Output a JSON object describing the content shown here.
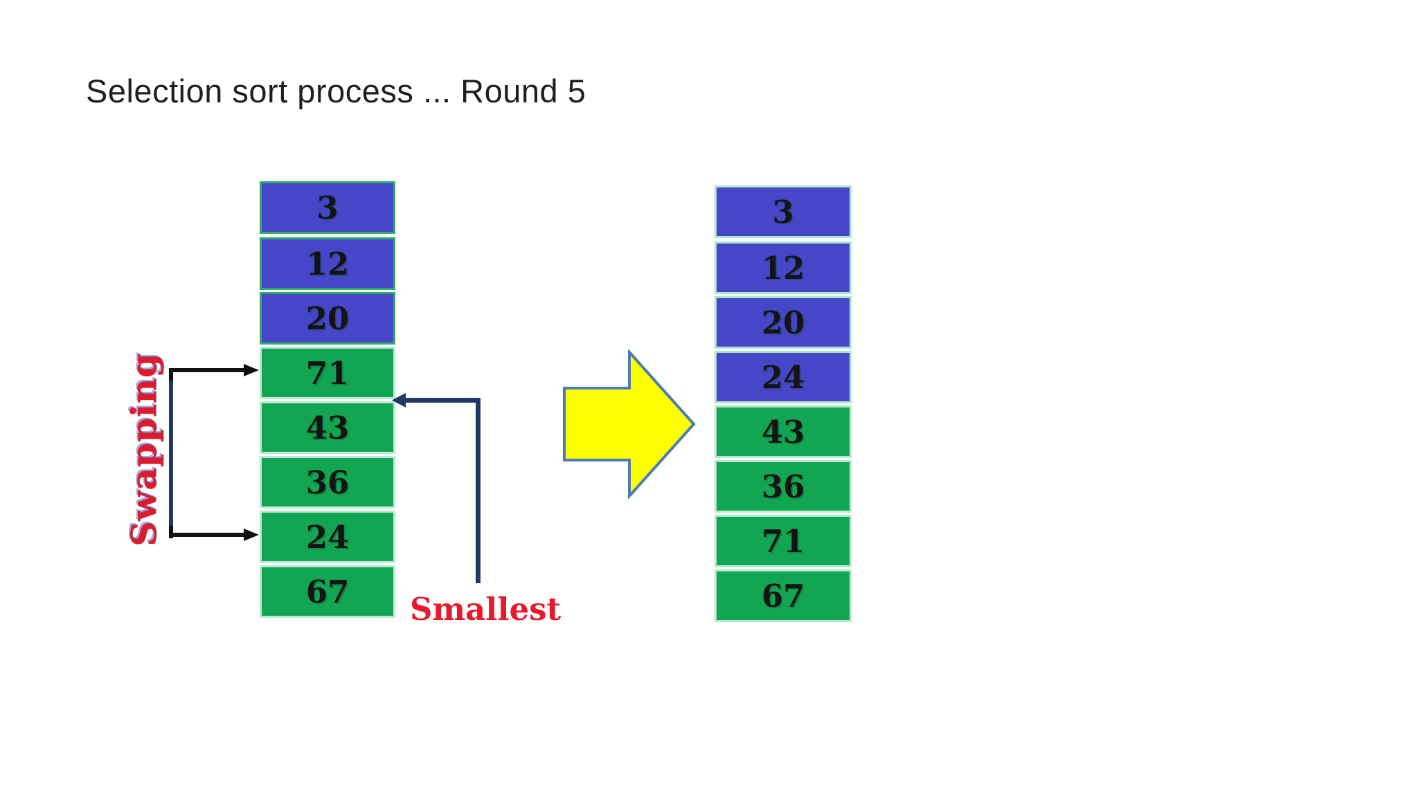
{
  "slide": {
    "title": "Selection sort process ... Round 5",
    "labels": {
      "swapping": "Swapping",
      "smallest": "Smallest"
    },
    "arrays": {
      "before": [
        "3",
        "12",
        "20",
        "71",
        "43",
        "36",
        "24",
        "67"
      ],
      "after": [
        "3",
        "12",
        "20",
        "24",
        "43",
        "36",
        "71",
        "67"
      ]
    },
    "colors": {
      "sorted_cell_blue": "#4646c8",
      "unsorted_cell_green": "#12a652",
      "left_blue_cell_border": "#2fab68",
      "pale_mint_border": "#aee7cb",
      "transform_arrow_fill": "#feff00",
      "transform_arrow_border": "#4d7bb5",
      "pointer_arrow_navy": "#1f3864",
      "swap_arrow_black": "#111111",
      "label_red": "#e8192b"
    }
  }
}
